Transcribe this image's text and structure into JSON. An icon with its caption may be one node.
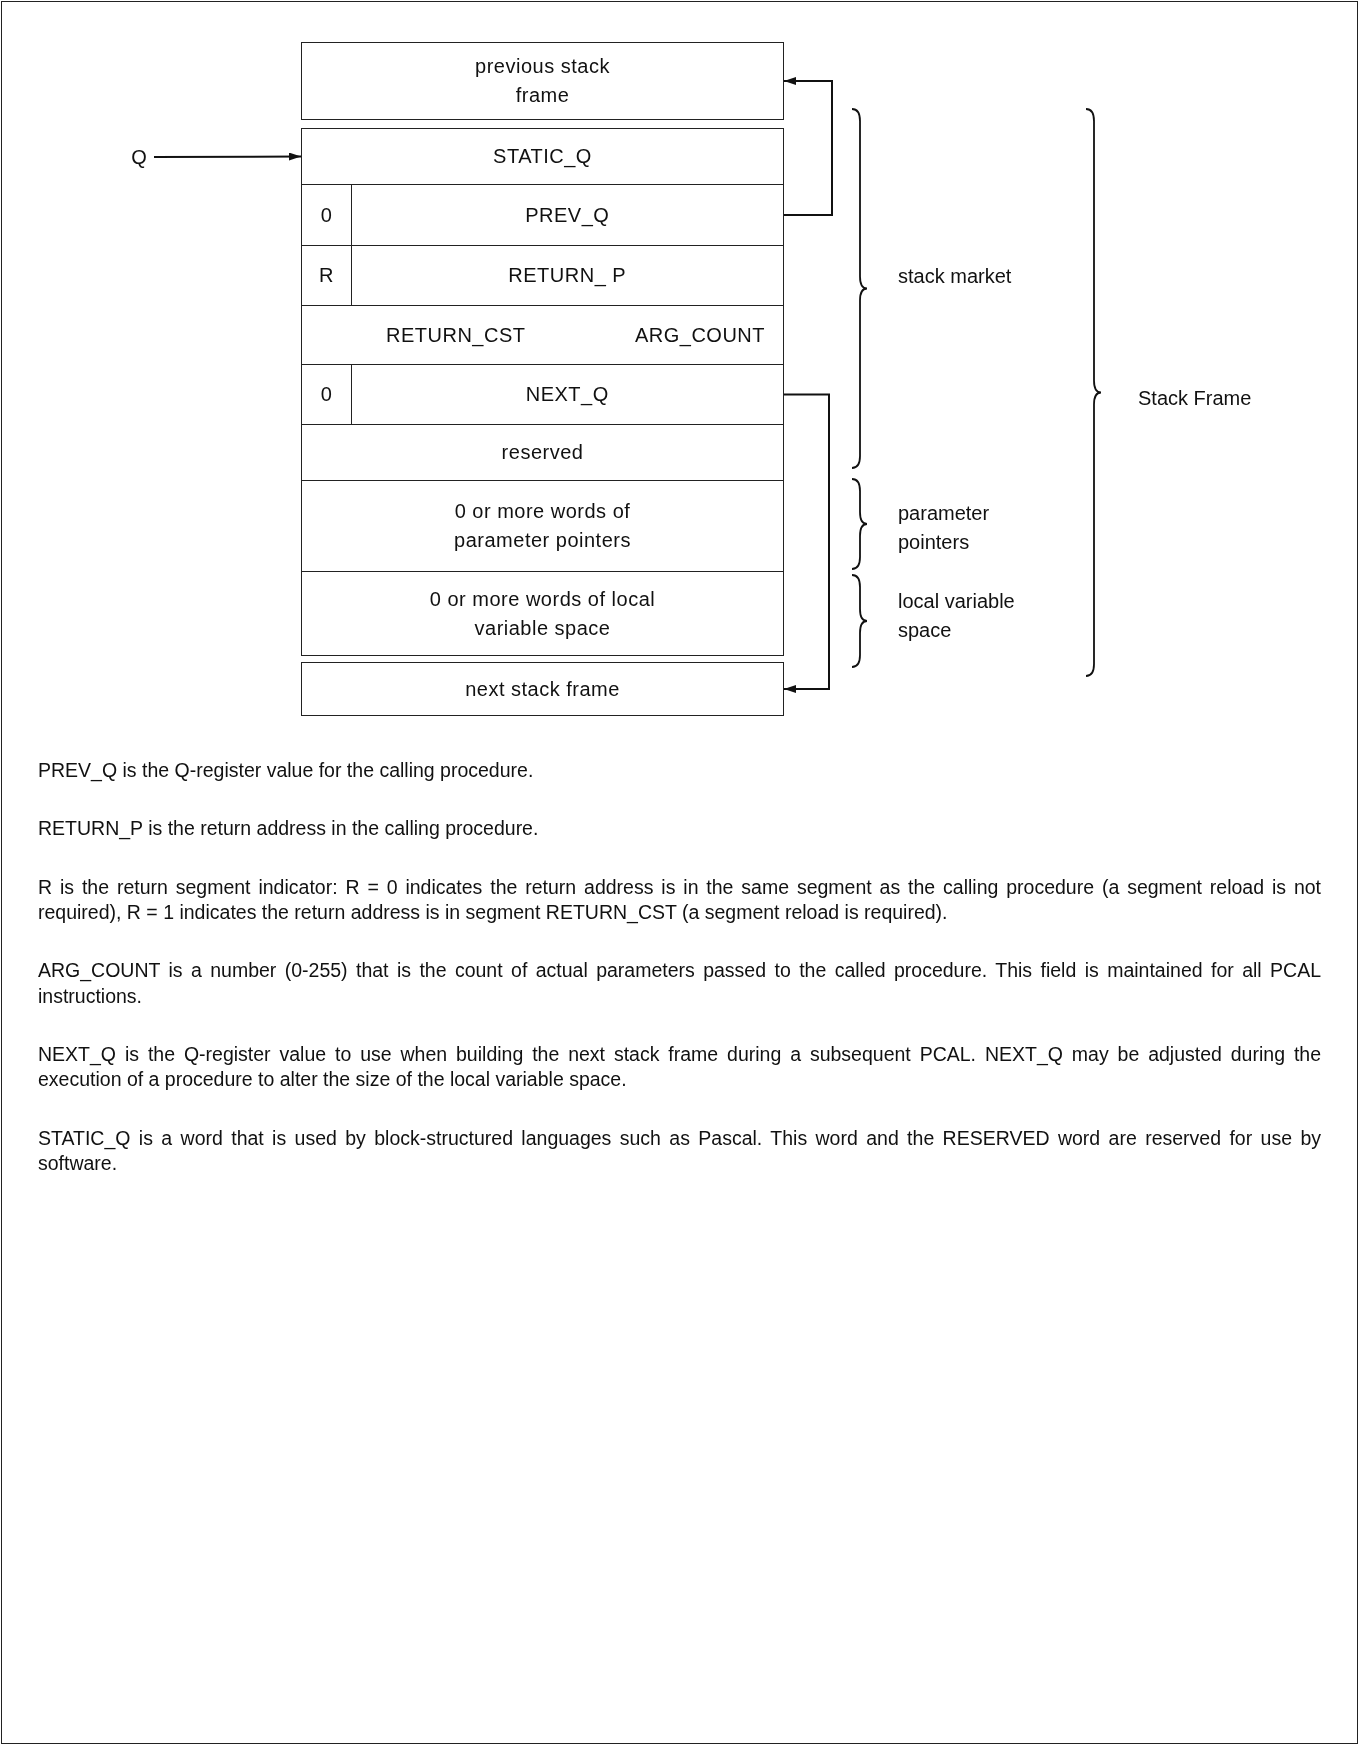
{
  "diagram": {
    "nodes": [
      {
        "text": [
          "previous stack frame"
        ]
      },
      {
        "text": [
          "STATIC_Q"
        ]
      },
      {
        "text": [
          "0"
        ]
      },
      {
        "text": [
          "PREV_Q"
        ]
      },
      {
        "text": [
          "R"
        ]
      },
      {
        "text": [
          "RETURN_ P"
        ]
      },
      {
        "text": [
          "RETURN_CST",
          "ARG_COUNT"
        ]
      },
      {
        "text": [
          "0"
        ]
      },
      {
        "text": [
          "NEXT_Q"
        ]
      },
      {
        "text": [
          "reserved"
        ]
      },
      {
        "text": [
          "0 or more words of parameter pointers"
        ]
      },
      {
        "text": [
          "0 or more words of local variable space"
        ]
      },
      {
        "text": [
          "next stack frame"
        ]
      },
      {
        "text": [
          "Q"
        ]
      }
    ],
    "edges": [
      {
        "from": 13,
        "to": 1,
        "arrow": "to"
      },
      {
        "from": 3,
        "to": 0,
        "arrow": "to"
      },
      {
        "from": 8,
        "to": 12,
        "arrow": "to"
      }
    ],
    "labels": [
      "stack market",
      "parameter pointers",
      "local variable space",
      "Stack Frame",
      "PREV_Q is the Q-register value for the calling procedure.",
      "RETURN_P is the return address in the calling procedure.",
      "R is the return segment indicator: R = 0 indicates the return address is in the same segment as the calling procedure (a segment reload is not required), R = 1 indicates the return address is in segment RETURN_CST (a segment reload is required).",
      "ARG_COUNT is a number (0-255) that is the count of actual parameters passed to the called procedure. This field is maintained for all PCAL instructions.",
      "NEXT_Q is the Q-register value to use when building the next stack frame during a subsequent PCAL. NEXT_Q may be adjusted during the execution of a procedure to alter the size of the local variable space.",
      "STATIC_Q is a word that is used by block-structured languages such as Pascal. This word and the RESERVED word are reserved for use by software."
    ]
  }
}
